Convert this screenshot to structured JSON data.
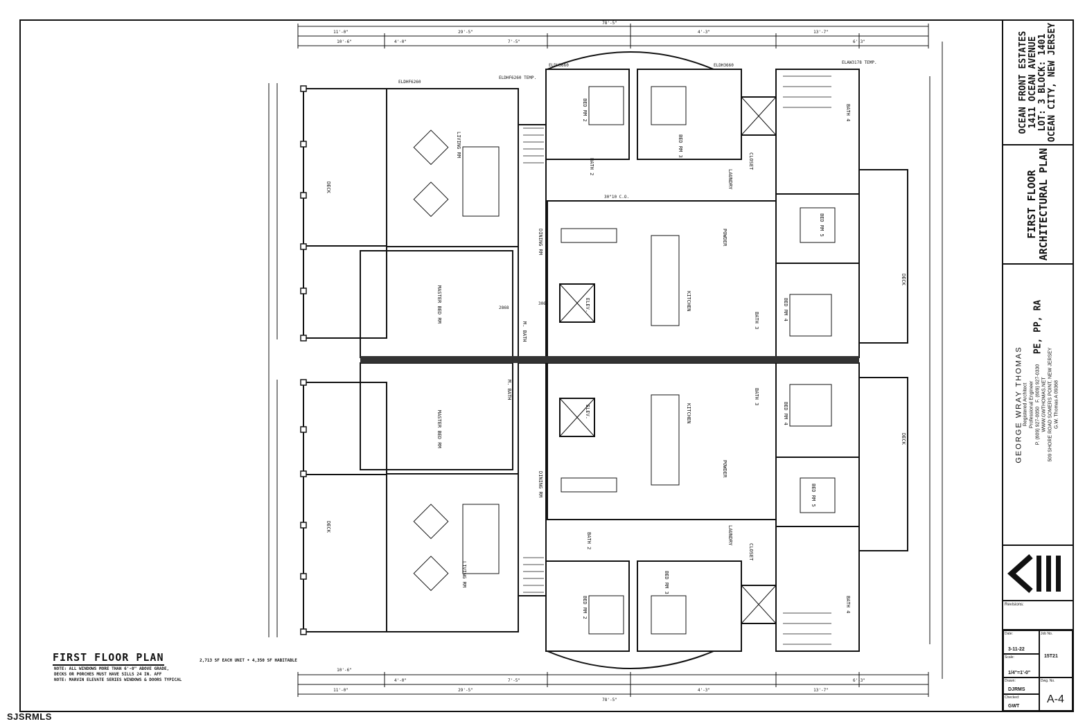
{
  "project": {
    "line1": "OCEAN FRONT ESTATES",
    "line2": "1411 OCEAN AVENUE",
    "line3": "LOT: 3 BLOCK: 1401",
    "line4": "OCEAN CITY, NEW JERSEY"
  },
  "sheet_title": {
    "line1": "FIRST FLOOR",
    "line2": "ARCHITECTURAL PLAN"
  },
  "credentials": "PE, PP, RA",
  "architect": {
    "name": "GEORGE WRAY THOMAS",
    "role1": "Registered Architect",
    "role2": "Professional Engineer",
    "phone": "P. (609) 927-0050",
    "fax": "F. (609) 927-0330",
    "web": "WWW.GWTHOMAS.NET",
    "address": "509 SHORE ROAD SOMERS POINT, NEW JERSEY",
    "signature_name": "G.W. Thomas",
    "license": "A 09368"
  },
  "revisions_label": "Revisions:",
  "info": {
    "date_label": "Date:",
    "date": "3-11-22",
    "jobno_label": "Job No.",
    "jobno": "15T21",
    "scale_label": "Scale:",
    "scale": "1/4\"=1'-0\"",
    "drawn_label": "Drawn:",
    "drawn": "DJRMS",
    "dwgno_label": "Dwg. No.",
    "dwgno": "A-4",
    "checked_label": "Checked:",
    "checked": "GWT"
  },
  "plan": {
    "title": "FIRST FLOOR PLAN",
    "area_note": "2,713 SF EACH UNIT • 4,350 SF HABITABLE",
    "note1": "NOTE: ALL WINDOWS MORE THAN 6'-0\" ABOVE GRADE,",
    "note2": "DECKS OR PORCHES MUST HAVE SILLS 24 IN. AFF",
    "note3": "NOTE: MARVIN ELEVATE SERIES WINDOWS & DOORS TYPICAL",
    "rooms_top": [
      "DECK",
      "LIVING RM",
      "DINING RM",
      "MASTER BED RM",
      "M. BATH",
      "KITCHEN",
      "BED RM 2",
      "BED RM 3",
      "BED RM 4",
      "BED RM 5",
      "ELEV.",
      "CLOSET",
      "LAUNDRY",
      "POWDER",
      "BATH 2",
      "BATH 3",
      "BATH 4",
      "DECK"
    ],
    "rooms_bottom": [
      "DECK",
      "LIVING RM",
      "DINING RM",
      "MASTER BED RM",
      "M. BATH",
      "KITCHEN",
      "BED RM 2",
      "BED RM 3",
      "BED RM 4",
      "BED RM 5",
      "ELEV.",
      "CLOSET",
      "LAUNDRY",
      "POWDER",
      "BATH 2",
      "BATH 3",
      "BATH 4",
      "DECK"
    ],
    "dims_top": [
      "11'-0\"",
      "29'-5\"",
      "78'-5\"",
      "4'-3\"",
      "13'-7\"",
      "4'-0\"",
      "10'-6\"",
      "7'-5\"",
      "6'-3\""
    ],
    "dims_bottom": [
      "11'-0\"",
      "29'-5\"",
      "78'-5\"",
      "4'-3\"",
      "13'-7\"",
      "4'-0\"",
      "10'-6\"",
      "7'-5\"",
      "6'-3\""
    ],
    "window_tags": [
      "ELDHF6260",
      "ELDHF6260 TEMP.",
      "ELDH3660",
      "ELDH3660",
      "ELAW3178 TEMP.",
      "30\"10 C.O.",
      "2868",
      "3068"
    ]
  },
  "watermark": "SJSRMLS"
}
